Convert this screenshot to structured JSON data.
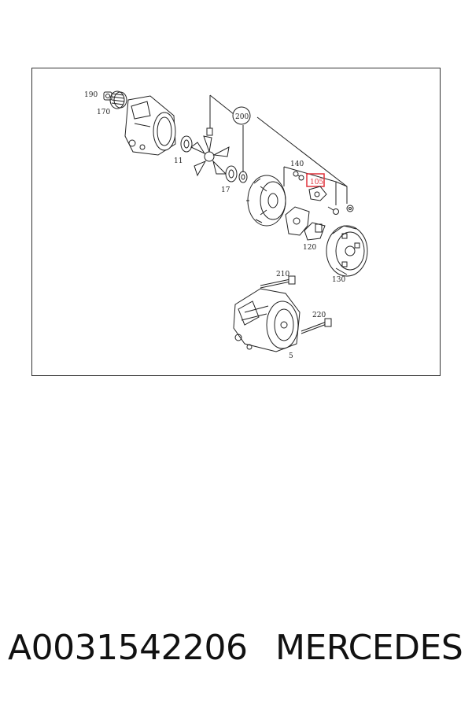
{
  "diagram": {
    "callouts": {
      "c190": "190",
      "c170": "170",
      "c11": "11",
      "c17": "17",
      "c200": "200",
      "c140": "140",
      "c105": "105",
      "c120": "120",
      "c130": "130",
      "c210": "210",
      "c220": "220",
      "c5": "5"
    },
    "highlight_color": "#e0303a"
  },
  "caption": {
    "part_number": "A0031542206",
    "brand": "MERCEDES"
  }
}
